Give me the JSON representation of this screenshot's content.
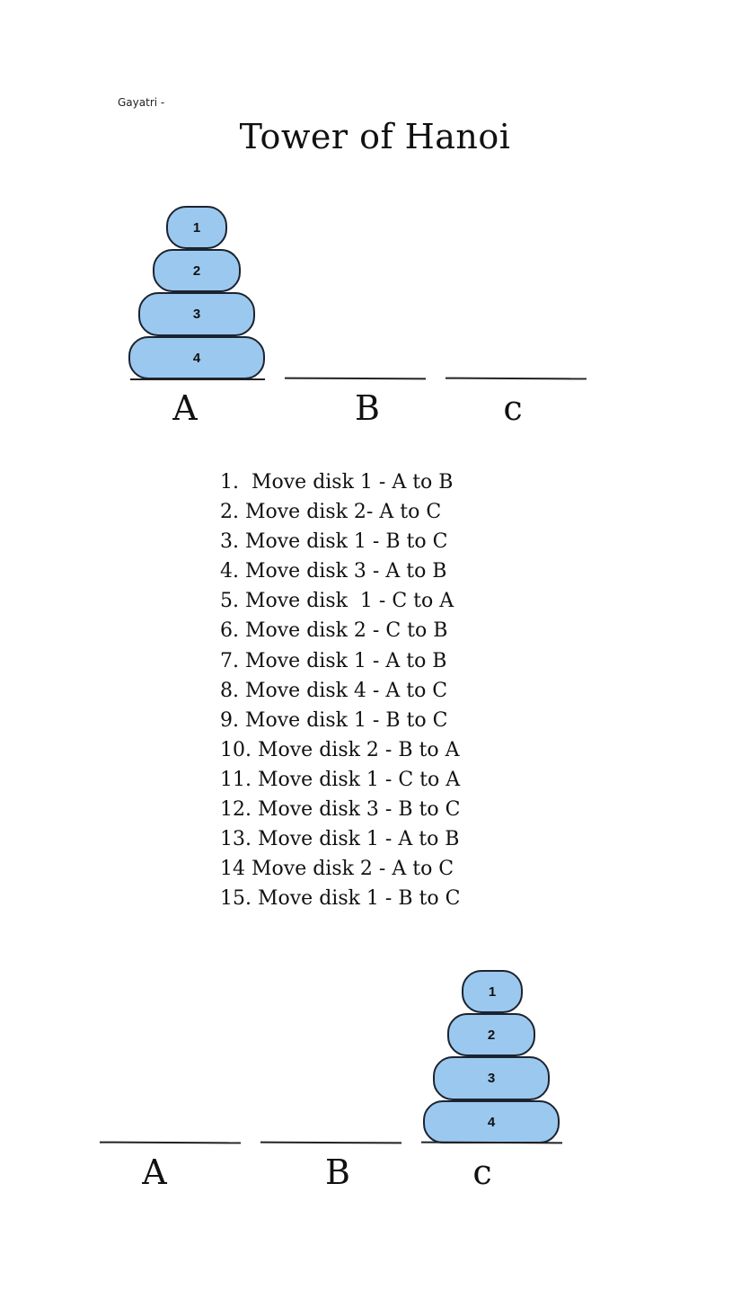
{
  "author": "Gayatri -",
  "title": "Tower of Hanoi",
  "disk_labels": [
    "1",
    "2",
    "3",
    "4"
  ],
  "peg_labels": [
    "A",
    "B",
    "c"
  ],
  "colors": {
    "disk_fill": "#9bc8ef",
    "stroke": "#1c2330"
  },
  "initial_state": {
    "peg": "A"
  },
  "final_state": {
    "peg": "c"
  },
  "steps": [
    "1.  Move disk 1 - A to B",
    "2. Move disk 2- A to C",
    "3. Move disk 1 - B to C",
    "4. Move disk 3 - A to B",
    "5. Move disk  1 - C to A",
    "6. Move disk 2 - C to B",
    "7. Move disk 1 - A to B",
    "8. Move disk 4 - A to C",
    "9. Move disk 1 - B to C",
    "10. Move disk 2 - B to A",
    "11. Move disk 1 - C to A",
    "12. Move disk 3 - B to C",
    "13. Move disk 1 - A to B",
    "14 Move disk 2 - A to C",
    "15. Move disk 1 - B to C"
  ]
}
